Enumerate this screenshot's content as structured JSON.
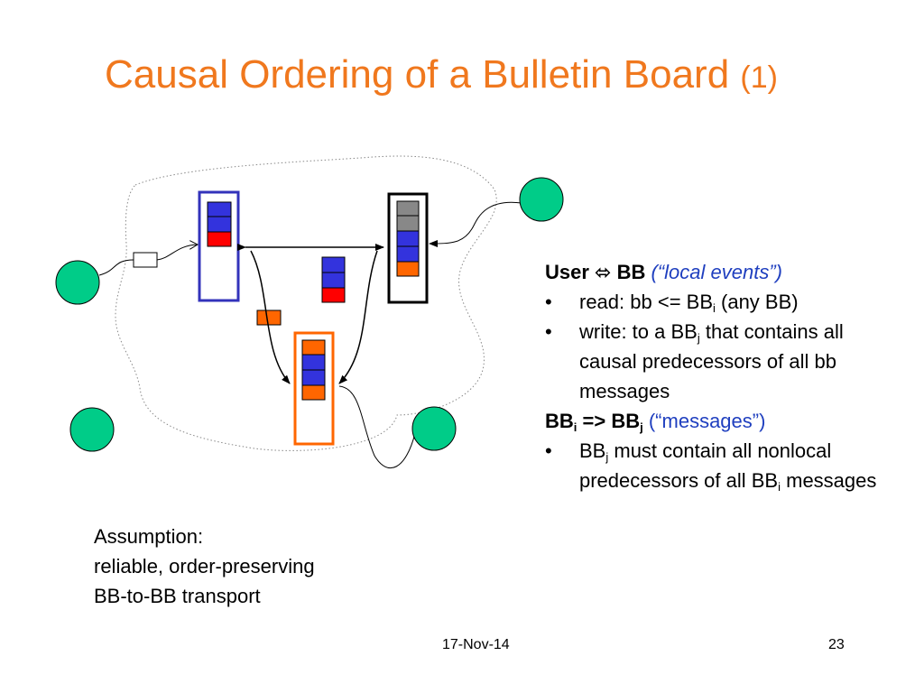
{
  "title": {
    "main": "Causal Ordering of a Bulletin Board",
    "num": "(1)"
  },
  "panel": {
    "h1_user": "User",
    "h1_arrow": "⬄",
    "h1_bb": "BB",
    "h1_note": "(“local events”)",
    "b1_pre": "read: bb <= BB",
    "b1_sub": "i",
    "b1_post": " (any BB)",
    "b2_pre": "write: to a BB",
    "b2_sub": "j",
    "b2_post": " that contains all causal predecessors of all bb messages",
    "h2_a": "BB",
    "h2_a_sub": "i",
    "h2_mid": " => BB",
    "h2_b_sub": "j",
    "h2_note": "(“messages”)",
    "b3_pre": "BB",
    "b3_sub": "j",
    "b3_mid": " must contain all nonlocal predecessors of all BB",
    "b3_sub2": "i",
    "b3_post": " messages",
    "bullet": "•"
  },
  "assumption": {
    "line1": "Assumption:",
    "line2": "reliable, order-preserving",
    "line3": "BB-to-BB transport"
  },
  "footer": {
    "date": "17-Nov-14",
    "page": "23"
  },
  "colors": {
    "title": "#f0781e",
    "user_node": "#00cc88",
    "blue_cell": "#3333dd",
    "red_cell": "#ff0000",
    "orange_cell": "#ff6600",
    "gray_cell": "#888888",
    "bb_left_border": "#3333bb",
    "bb_right_border": "#000000",
    "bb_bottom_border": "#ff6600"
  }
}
